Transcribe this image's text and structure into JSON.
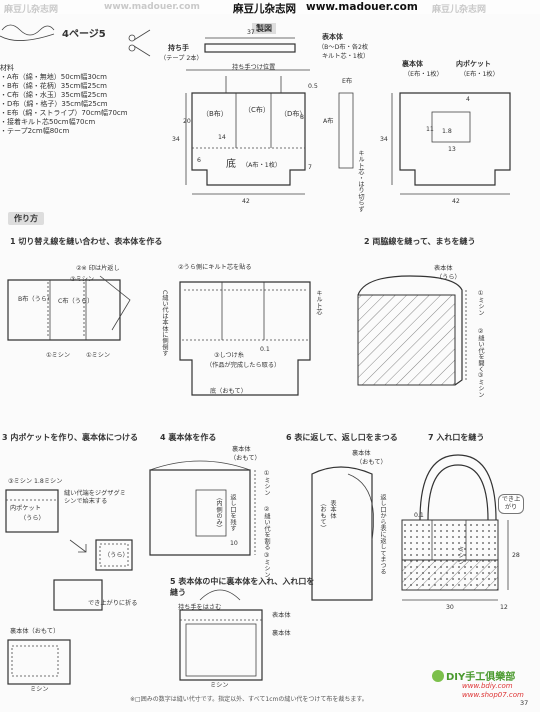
{
  "banner": {
    "ghost_left": "麻豆儿杂志网",
    "ghost_left_url": "www.madouer.com",
    "main_name": "麻豆儿杂志网",
    "main_url": "www.madouer.com",
    "ghost_right": "麻豆儿杂志网"
  },
  "header": {
    "page_ref": "4ページ5"
  },
  "materials": {
    "title": "材料",
    "items": [
      "・A布（綿・無地）50cm幅30cm",
      "・B布（綿・花柄）35cm幅25cm",
      "・C布（綿・水玉）35cm幅25cm",
      "・D布（綿・格子）35cm幅25cm",
      "・E布（綿・ストライプ）70cm幅70cm",
      "・接着キルト芯50cm幅70cm",
      "・テープ2cm幅80cm"
    ]
  },
  "pattern": {
    "title": "製図",
    "handle": "持ち手",
    "handle_note": "（テープ 2本）",
    "handle_len": "37",
    "handle_pos": "持ち手つけ位置",
    "b": "（B布）",
    "c": "（C布）",
    "d": "（D布）",
    "bottom": "底",
    "bottom_a": "（A布・1枚）",
    "outer": "表本体",
    "outer_parts": "（B〜D布・各2枚",
    "outer_quilt": "キルト芯・1枚）",
    "e_lining": "E布",
    "e_side": "A布",
    "quilt_note": "キルト芯・はり切らず",
    "w42": "42",
    "h34": "34",
    "n20": "20",
    "n14": "14",
    "n6": "6",
    "n05": "0.5",
    "n7": "7",
    "n8": "8",
    "lining": "裏本体",
    "lining_e": "（E布・1枚）",
    "inner_pocket": "内ポケット",
    "inner_pocket_e": "（E布・1枚）",
    "p4": "4",
    "p18": "1.8",
    "p13": "13",
    "p11": "11",
    "w42b": "42",
    "h34b": "34"
  },
  "howto": {
    "title": "作り方"
  },
  "steps": {
    "s1": "1 切り替え線を縫い合わせ、表本体を作る",
    "s1_a": "②※ 印は片返し",
    "s1_b": "③ミシン",
    "s1_bfab": "B布（うら）",
    "s1_cfab": "C布（うら）",
    "s1_m1": "①ミシン",
    "s1_m2": "①ミシン",
    "s1_quilt": "②うら側にキルト芯を貼る",
    "s1_note": "C縫い代は本体に側倒す",
    "s1_chalk": "キルト芯",
    "s1_seam": "③しつけ糸",
    "s1_finish": "（作品が完成したら取る）",
    "s1_tape": "0.1",
    "s1_bottom": "底（おもて）",
    "s2": "2 両脇線を縫って、まちを縫う",
    "s2_outer": "表本体",
    "s2_ura": "（うら）",
    "s2_m1": "①ミシン",
    "s2_m2": "②縫い代を開く",
    "s2_m3": "③ミシン",
    "s3": "3 内ポケットを作り、裏本体につける",
    "s3_m1": "③ミシン",
    "s3_m2": "1.8ミシン",
    "s3_pocket": "内ポケット",
    "s3_ura": "（うら）",
    "s3_note": "縫い代端をジグザグミシンで始末する",
    "s3_ura2": "（うら）",
    "s3_fold": "でき上がりに折る",
    "s3_lining": "裏本体（おもて）",
    "s3_mishin": "ミシン",
    "s4": "4 裏本体を作る",
    "s4_lining": "裏本体",
    "s4_ura": "（おもて）",
    "s4_note1": "返し口を残す",
    "s4_note2": "10",
    "s4_note3": "（内側のみ）",
    "s4_m1": "①ミシン",
    "s4_m2": "②縫い代を割る",
    "s4_m3": "③ミシン",
    "s5": "5 表本体の中に裏本体を入れ、入れ口を縫う",
    "s5_handle": "持ち手をはさむ",
    "s5_outer": "表本体",
    "s5_lining": "裏本体",
    "s5_mishin": "ミシン",
    "s6": "6 表に返して、返し口をまつる",
    "s6_lining": "裏本体",
    "s6_omote": "（おもて）",
    "s6_outer": "表本体",
    "s6_omote2": "（おもて）",
    "s6_note": "返し口から表に返してまつる",
    "s7": "7 入れ口を縫う",
    "s7_done": "でき上がり",
    "s7_mishin": "ミシン",
    "s7_h28": "28",
    "s7_w30": "30",
    "s7_d12": "12",
    "s7_01": "0.1"
  },
  "footer": {
    "note": "※□囲みの数字は縫い代寸です。指定以外、すべて1cmの縫い代をつけて布を裁ちます。",
    "page_num": "37",
    "logo_main": "DIY手工俱樂部",
    "logo_url1": "www.bdiy.com",
    "logo_url2": "www.shop07.com"
  }
}
